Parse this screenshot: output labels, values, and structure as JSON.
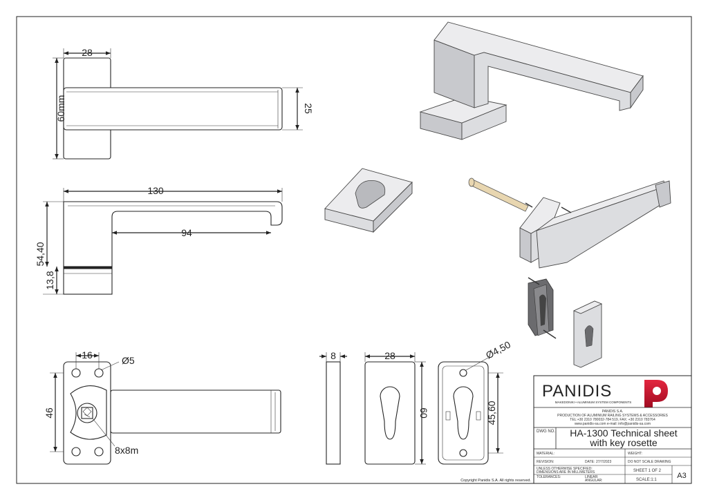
{
  "dimensions": {
    "top_width": "28",
    "top_height": "60mm",
    "top_lever_h": "25",
    "side_length": "130",
    "side_inner": "94",
    "side_total_h": "54,40",
    "side_base_h": "13,8",
    "front_hole_spacing": "16",
    "front_hole_dia": "Ø5",
    "front_height": "46",
    "front_square": "8x8m",
    "rosette_thickness": "8",
    "rosette_width": "28",
    "rosette_height": "60",
    "rosette_hole_dia": "Ø4,50",
    "rosette_hole_spacing": "45,60"
  },
  "title_block": {
    "logo_text": "PANIDIS",
    "logo_tagline": "MAKEDONIKI • ALUMINIUM SYSTEM COMPONENTS",
    "company_name": "PANIDIS S.A.",
    "company_desc": "PRODUCTION OF ALUMINIUM RAILING SYSTEMS & ACCESSORIES",
    "company_phone": "TEL:+30 2310 780032-784 519, FAX: +30 2310 783764",
    "company_web": "www.panidis-sa.com  e-mail: info@panidis-sa.com",
    "dwg_no_label": "DWG NO.",
    "title_line1": "HA-1300 Technical sheet",
    "title_line2": "with key rosette",
    "material_label": "MATERIAL:",
    "weight_label": "WEIGHT:",
    "revision_label": "REVISION:",
    "date_label": "DATE:",
    "date_value": "27/7/2023",
    "no_scale": "DO NOT SCALE DRAWING",
    "unless_line1": "UNLESS OTHERWISE SPECIFIED:",
    "unless_line2": "DIMENSIONS ARE IN MILLIMETERS",
    "sheet": "SHEET 1 OF 2",
    "tolerances_label": "TOLERANCES:",
    "linear_label": "LINEAR:",
    "angular_label": "ANGULAR:",
    "scale": "SCALE:1:1",
    "size": "A3"
  },
  "copyright": "Copyright Panidis S.A. All rights reserved.",
  "colors": {
    "logo_grey": "#8a8a8a",
    "logo_red": "#c8102e",
    "tagline_red": "#c8102e",
    "pin_tan": "#e8d6b0"
  }
}
